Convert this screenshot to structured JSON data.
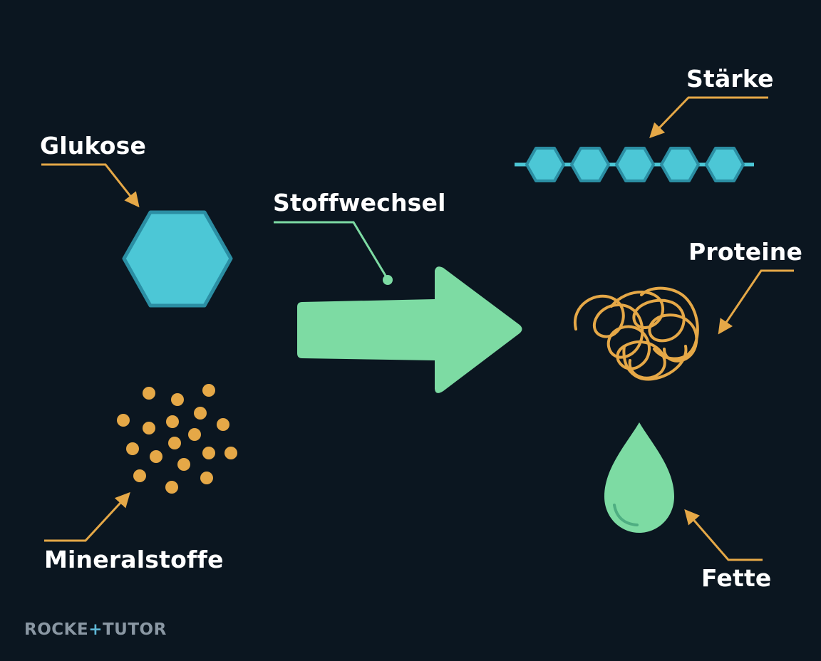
{
  "labels": {
    "glukose": "Glukose",
    "stoffwechsel": "Stoffwechsel",
    "staerke": "Stärke",
    "proteine": "Proteine",
    "mineralstoffe": "Mineralstoffe",
    "fette": "Fette"
  },
  "logo": {
    "part1": "ROCKE",
    "plus": "+",
    "part2": "TUTOR"
  },
  "colors": {
    "background": "#0b1620",
    "hexagon": "#4cc7d6",
    "hexagon_outline": "#2b8ea3",
    "arrow": "#7ddba3",
    "pointer": "#e5a847",
    "dots": "#e5a847",
    "protein_coil": "#e5a847",
    "drop": "#7ddba3"
  },
  "icons": {
    "glukose": "hexagon-icon",
    "staerke": "hexagon-chain-icon",
    "mineralstoffe": "dot-cluster-icon",
    "proteine": "tangled-strand-icon",
    "fette": "droplet-icon",
    "stoffwechsel": "big-arrow-icon"
  }
}
